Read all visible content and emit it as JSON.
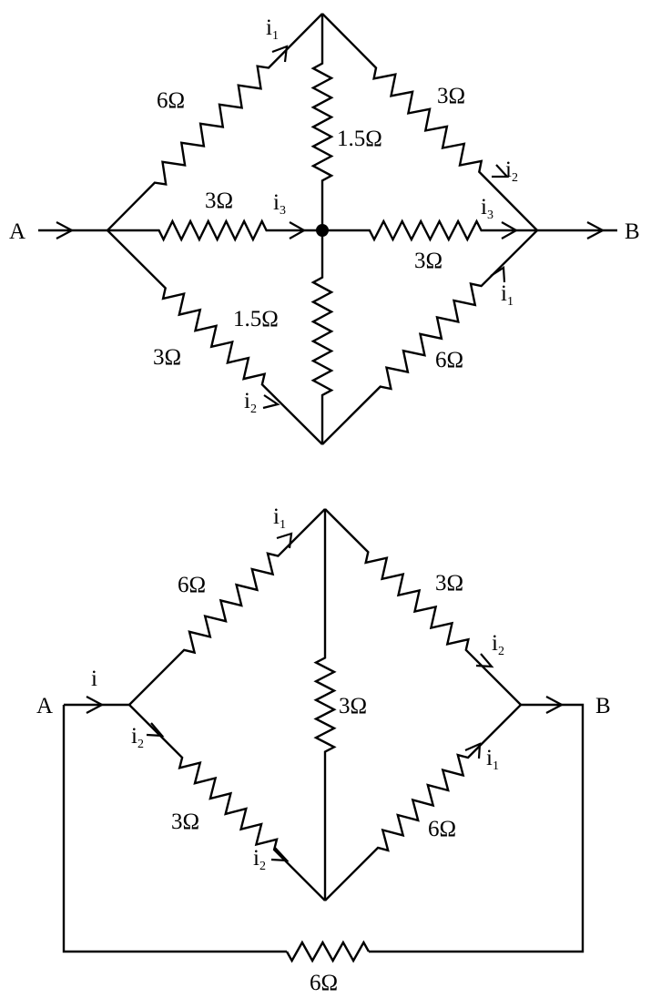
{
  "diagram1": {
    "node_a": "A",
    "node_b": "B",
    "resistors": {
      "top_left": "6Ω",
      "top_right": "3Ω",
      "center_up": "1.5Ω",
      "mid_left": "3Ω",
      "mid_right": "3Ω",
      "center_down": "1.5Ω",
      "bottom_left": "3Ω",
      "bottom_right": "6Ω"
    },
    "currents": {
      "top_left": {
        "base": "i",
        "sub": "1"
      },
      "top_right": {
        "base": "i",
        "sub": "2"
      },
      "mid_left": {
        "base": "i",
        "sub": "3"
      },
      "mid_right": {
        "base": "i",
        "sub": "3"
      },
      "bottom_right": {
        "base": "i",
        "sub": "1"
      },
      "bottom_left": {
        "base": "i",
        "sub": "2"
      }
    }
  },
  "diagram2": {
    "node_a": "A",
    "node_b": "B",
    "resistors": {
      "top_left": "6Ω",
      "top_right": "3Ω",
      "center": "3Ω",
      "bottom_left": "3Ω",
      "bottom_right": "6Ω",
      "bottom_wire": "6Ω"
    },
    "currents": {
      "input": {
        "base": "i",
        "sub": ""
      },
      "top_left": {
        "base": "i",
        "sub": "1"
      },
      "top_right": {
        "base": "i",
        "sub": "2"
      },
      "lower_left_entry": {
        "base": "i",
        "sub": "2"
      },
      "bottom_left": {
        "base": "i",
        "sub": "2"
      },
      "bottom_right": {
        "base": "i",
        "sub": "1"
      }
    }
  }
}
